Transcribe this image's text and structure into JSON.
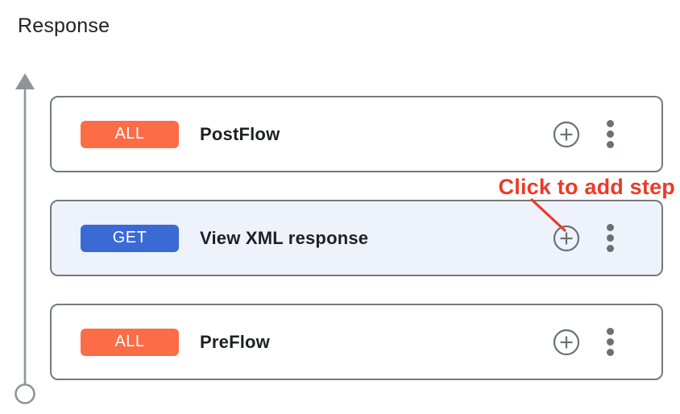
{
  "page": {
    "title": "Response"
  },
  "colors": {
    "badge_all": "#fb6c47",
    "badge_get": "#3a6bd4",
    "card_border": "#75787d",
    "selected_card_bg": "#eef2fb",
    "icon_gray": "#6b7075",
    "connector_gray": "#8f9499",
    "annotation_red": "#ec3a28",
    "title_text": "#202124"
  },
  "flow": {
    "cards": [
      {
        "badge": "ALL",
        "badge_color": "#fb6c47",
        "title": "PostFlow",
        "selected": false
      },
      {
        "badge": "GET",
        "badge_color": "#3a6bd4",
        "title": "View XML response",
        "selected": true
      },
      {
        "badge": "ALL",
        "badge_color": "#fb6c47",
        "title": "PreFlow",
        "selected": false
      }
    ]
  },
  "annotation": {
    "label": "Click to add step"
  },
  "icons": {
    "add_step": "plus-circle-icon",
    "card_menu": "kebab-menu-icon",
    "direction": "up-arrow-connector"
  }
}
